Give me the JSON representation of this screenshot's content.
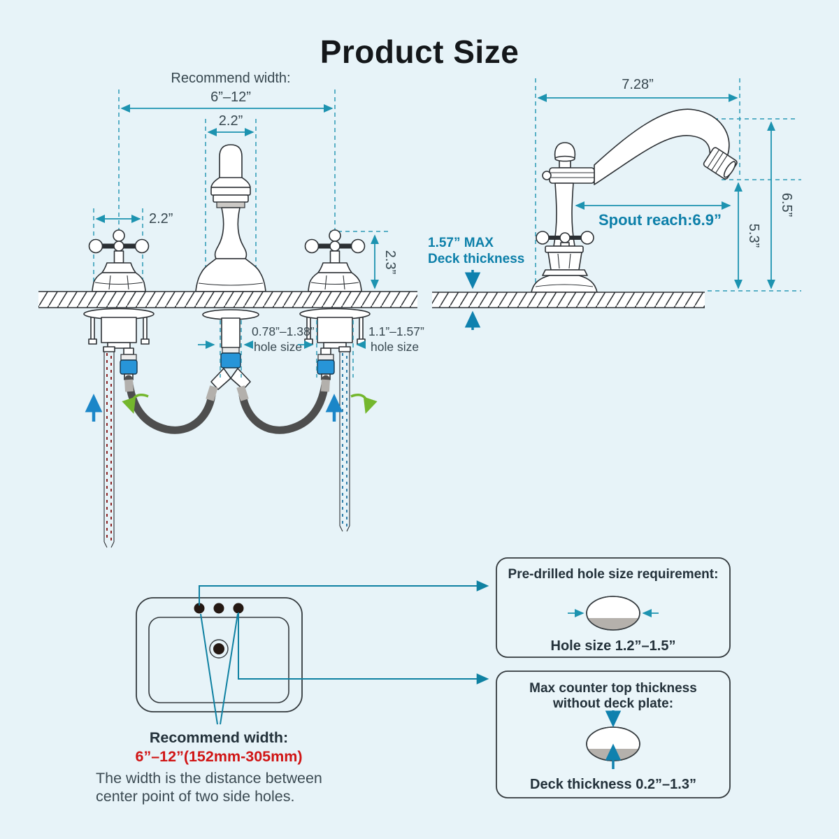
{
  "title": "Product Size",
  "front_view": {
    "recommend_width_label": "Recommend width:",
    "recommend_width_value": "6”–12”",
    "spout_width": "2.2”",
    "handle_width": "2.2”",
    "handle_height": "2.3”",
    "center_hole_size": "0.78”–1.38”",
    "center_hole_caption": "hole size",
    "side_hole_size": "1.1”–1.57”",
    "side_hole_caption": "hole size"
  },
  "side_view": {
    "top_width": "7.28”",
    "spout_reach": "Spout reach:6.9”",
    "spout_height": "5.3”",
    "total_height": "6.5”",
    "deck_max_line1": "1.57” MAX",
    "deck_max_line2": "Deck thickness"
  },
  "sink_note": {
    "heading": "Recommend width:",
    "range": "6”–12”(152mm-305mm)",
    "desc1": "The width is the distance between",
    "desc2": "center point of two side holes."
  },
  "boxes": {
    "hole": {
      "title": "Pre-drilled hole size requirement:",
      "caption": "Hole size 1.2”–1.5”"
    },
    "deck": {
      "title1": "Max counter top thickness",
      "title2": "without deck plate:",
      "caption": "Deck thickness 0.2”–1.3”"
    }
  },
  "colors": {
    "background": "#e7f3f8",
    "dimension_teal": "#1d93b0",
    "teal_text": "#0c7fa9",
    "highlight_red": "#d01414",
    "arrow_blue": "#1b86c8",
    "arrow_green": "#74b72d",
    "connector_blue": "#2795d8"
  }
}
